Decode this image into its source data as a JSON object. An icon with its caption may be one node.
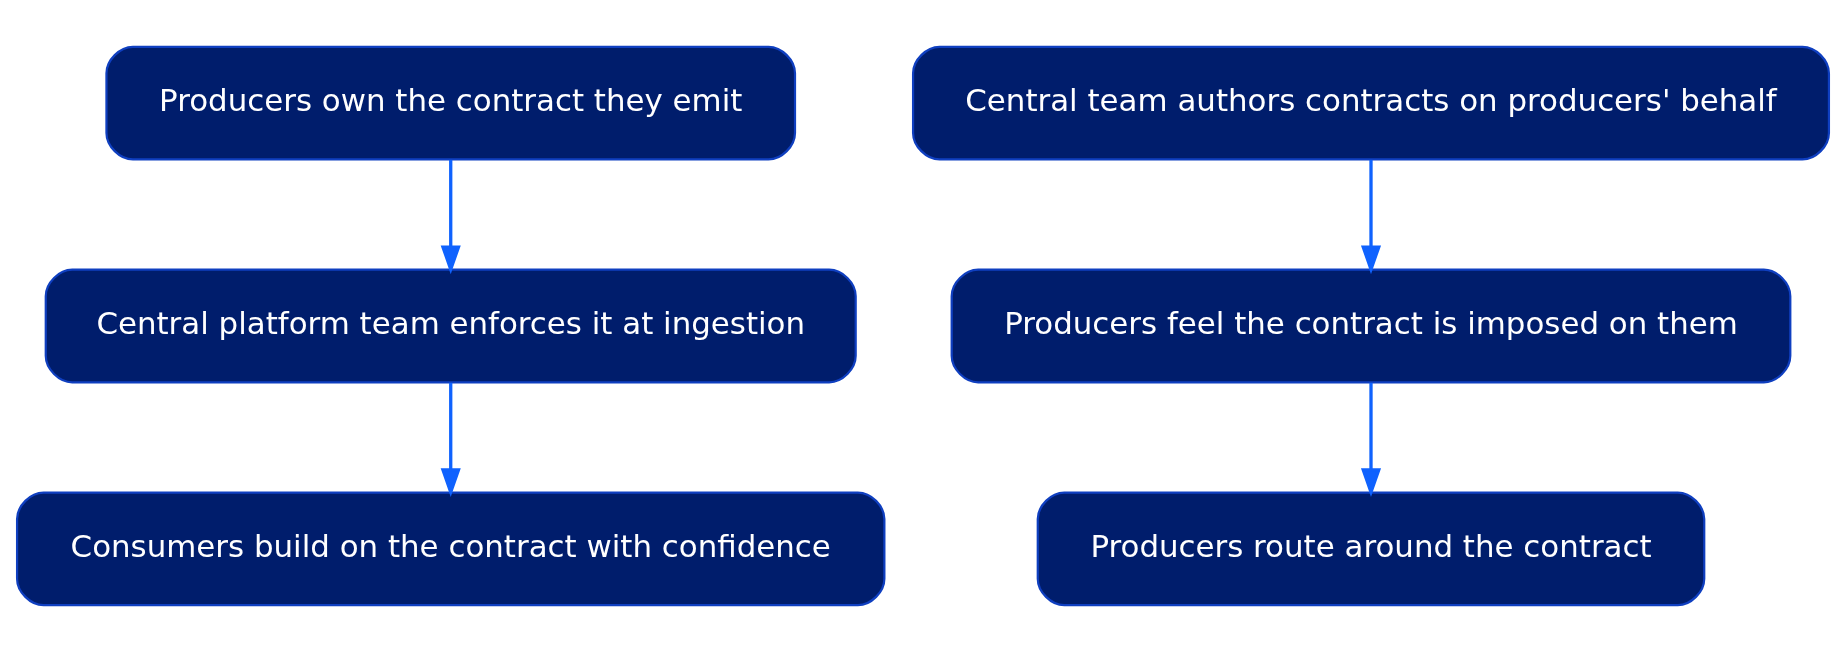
{
  "diagram": {
    "nodes": [
      {
        "text": [
          "Producers own the contract they emit"
        ]
      },
      {
        "text": [
          "Central platform team enforces it at ingestion"
        ]
      },
      {
        "text": [
          "Consumers build on the contract with confidence"
        ]
      },
      {
        "text": [
          "Central team authors contracts on producers' behalf"
        ]
      },
      {
        "text": [
          "Producers feel the contract is imposed on them"
        ]
      },
      {
        "text": [
          "Producers route around the contract"
        ]
      }
    ],
    "edges": [
      {
        "from": 0,
        "to": 1,
        "arrow": "to"
      },
      {
        "from": 1,
        "to": 2,
        "arrow": "to"
      },
      {
        "from": 3,
        "to": 4,
        "arrow": "to"
      },
      {
        "from": 4,
        "to": 5,
        "arrow": "to"
      }
    ]
  }
}
